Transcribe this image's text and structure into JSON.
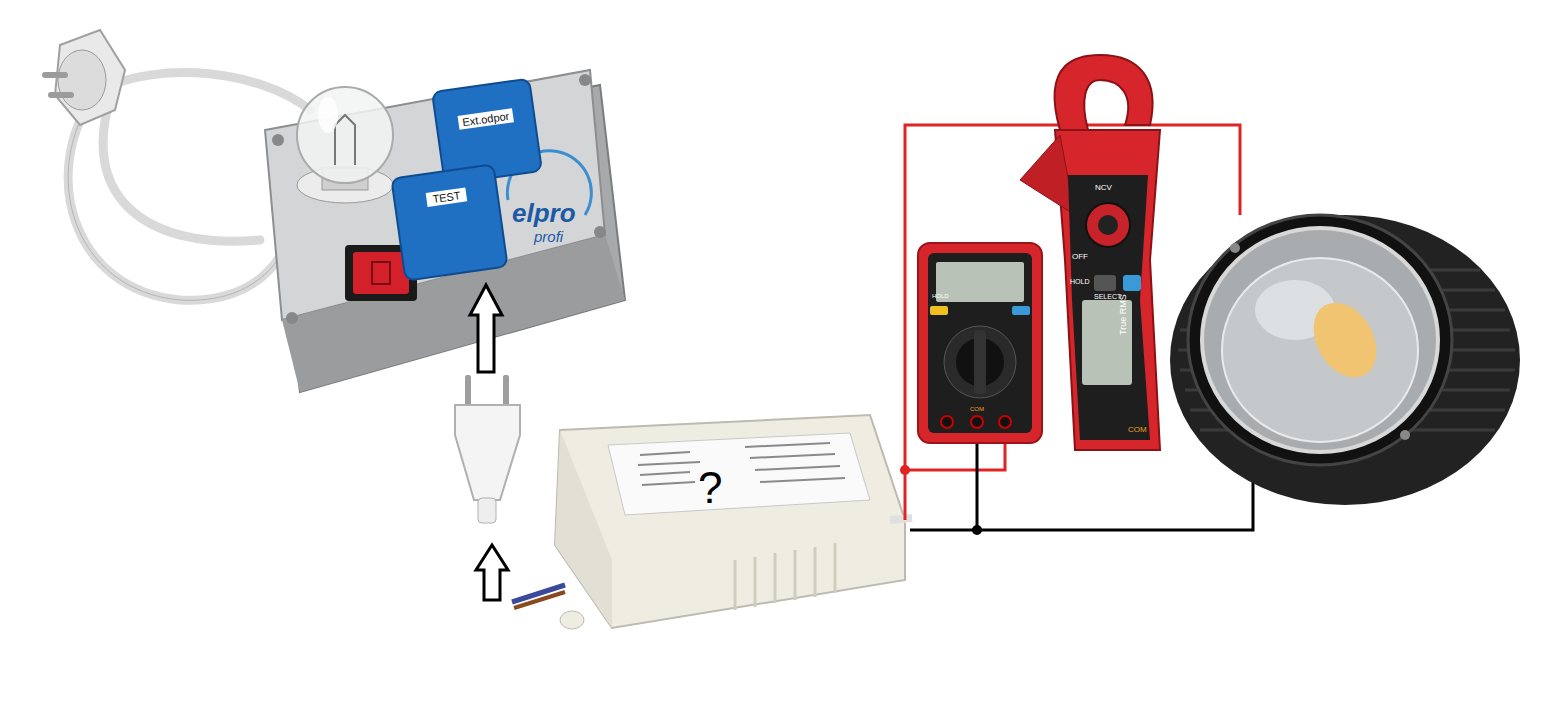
{
  "diagram": {
    "nodes": [
      {
        "text": [
          "elpro",
          "profi"
        ]
      },
      {
        "text": [
          "Ext.odpor"
        ],
        "in": 0
      },
      {
        "text": [
          "TEST"
        ],
        "in": 0
      },
      {
        "text": [
          "?"
        ]
      }
    ],
    "labels": [
      "NCV",
      "OFF",
      "HOLD",
      "SELECT",
      "True RMS",
      "COM",
      "HOLD",
      "COM"
    ]
  }
}
